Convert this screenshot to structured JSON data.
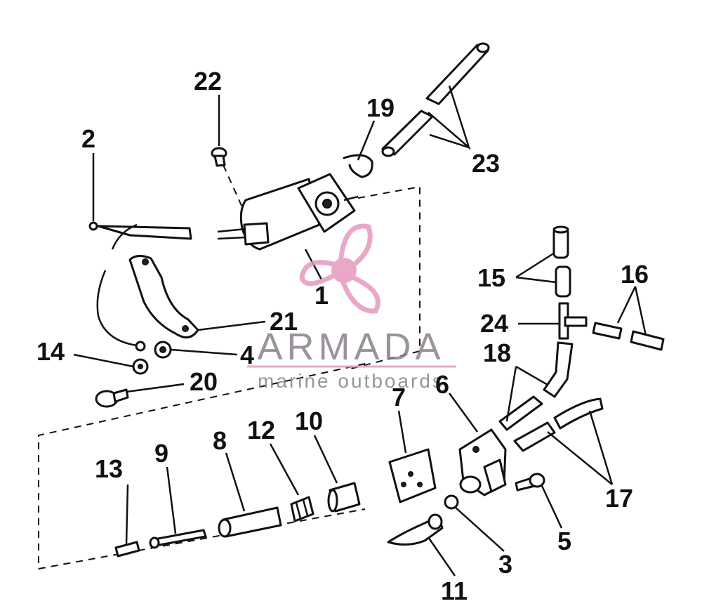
{
  "callouts": {
    "c1": "1",
    "c2": "2",
    "c3": "3",
    "c4": "4",
    "c5": "5",
    "c6": "6",
    "c7": "7",
    "c8": "8",
    "c9": "9",
    "c10": "10",
    "c11": "11",
    "c12": "12",
    "c13": "13",
    "c14": "14",
    "c15": "15",
    "c16": "16",
    "c17": "17",
    "c18": "18",
    "c19": "19",
    "c20": "20",
    "c21": "21",
    "c22": "22",
    "c23": "23",
    "c24": "24"
  },
  "watermark": {
    "brand": "ARMADA",
    "tagline": "marine outboards",
    "logo_color": "#e79ac0",
    "logo_icon": "propeller-icon"
  }
}
